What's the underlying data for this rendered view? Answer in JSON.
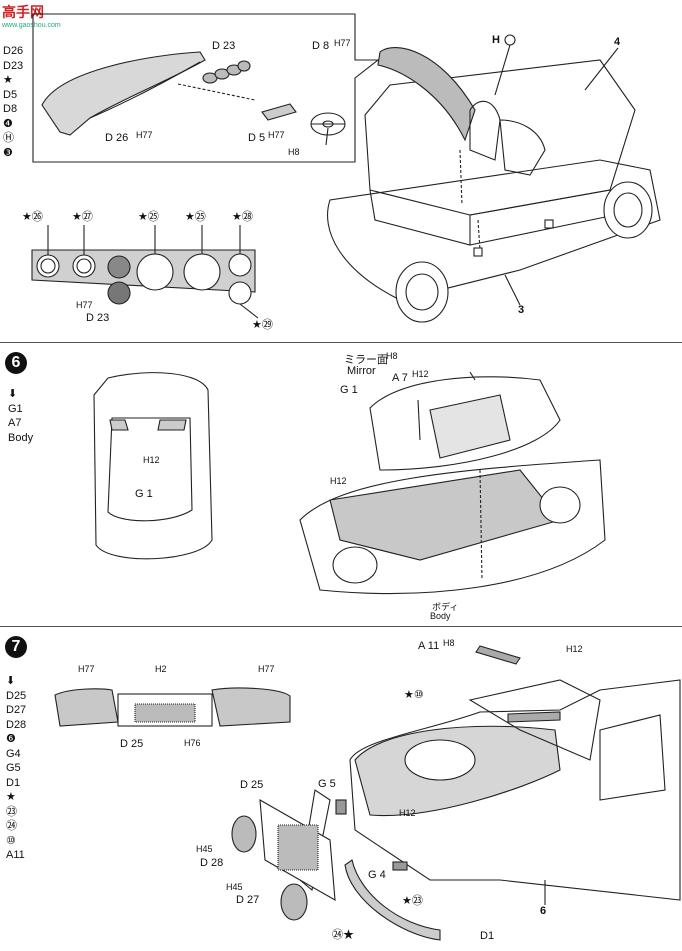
{
  "watermark": {
    "title": "高手网",
    "url": "www.gaoshou.com"
  },
  "step5": {
    "sidebar": [
      "D26",
      "D23",
      "★",
      "D5",
      "D8",
      "❹",
      "Ⓗ",
      "❸"
    ],
    "inset_labels": {
      "d23": "D 23",
      "d8": "D 8",
      "h77a": "H77",
      "d26": "D 26",
      "h77b": "H77",
      "d5": "D 5",
      "h77c": "H77",
      "h8": "H8"
    },
    "callouts": {
      "h": "H",
      "four": "4",
      "three": "3"
    },
    "gauge_marks": [
      "★㉖",
      "★㉗",
      "★㉕",
      "★㉕",
      "★㉘"
    ],
    "gauge_labels": {
      "h77": "H77",
      "d23": "D 23",
      "m29": "★㉙"
    }
  },
  "step6": {
    "number": "6",
    "sidebar": [
      "⬇",
      "G1",
      "A7",
      "Body"
    ],
    "labels": {
      "h12a": "H12",
      "g1a": "G 1",
      "mirror_jp": "ミラー面",
      "h8": "H8",
      "mirror": "Mirror",
      "a7": "A 7",
      "h12b": "H12",
      "g1b": "G 1",
      "h12c": "H12",
      "body_jp": "ボディ",
      "body": "Body"
    }
  },
  "step7": {
    "number": "7",
    "sidebar": [
      "⬇",
      "D25",
      "D27",
      "D28",
      "❻",
      "G4",
      "G5",
      "D1",
      "★",
      "㉓",
      "㉔",
      "⑩",
      "A11"
    ],
    "labels": {
      "h77a": "H77",
      "h2": "H2",
      "h77b": "H77",
      "d25a": "D 25",
      "h76": "H76",
      "a11": "A 11",
      "h8": "H8",
      "h12a": "H12",
      "m10": "★⑩",
      "d25b": "D 25",
      "g5": "G 5",
      "h12b": "H12",
      "h45a": "H45",
      "d28": "D 28",
      "h45b": "H45",
      "d27": "D 27",
      "g4": "G 4",
      "m23": "★㉓",
      "m24": "㉔★",
      "d1": "D1",
      "six": "6"
    }
  }
}
